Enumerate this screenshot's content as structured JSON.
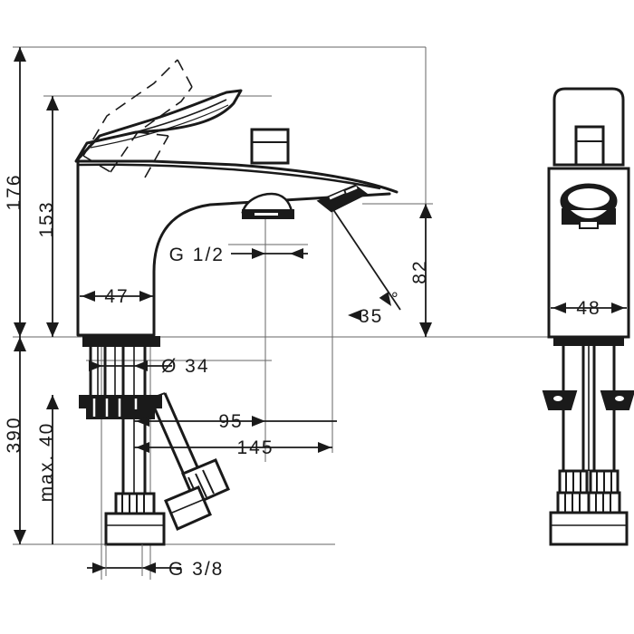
{
  "drawing": {
    "title": "Bath mixer technical dimension drawing",
    "units": "mm",
    "line_color": "#1a1a1a",
    "thin_line_color": "#555555",
    "background": "#ffffff"
  },
  "views": {
    "side": {
      "name": "side-elevation-view"
    },
    "front": {
      "name": "front-elevation-view"
    }
  },
  "dimensions": {
    "height_total": "176",
    "height_spout": "153",
    "projection_body": "47",
    "thread_spout": "G 1/2",
    "shank_diameter": "Ø 34",
    "reach_outlet": "82",
    "angle_outlet": "35",
    "angle_unit": "°",
    "height_max_assembly": "390",
    "thickness_max": "max. 40",
    "hose_length_short": "95",
    "hose_length_long": "145",
    "thread_supply": "G 3/8",
    "width_front": "48"
  }
}
